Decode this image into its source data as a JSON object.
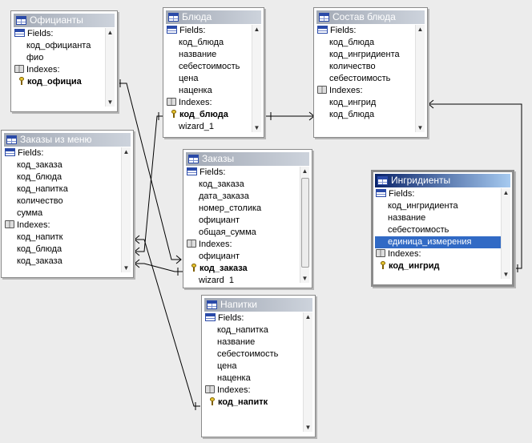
{
  "labels": {
    "fields": "Fields:",
    "indexes": "Indexes:"
  },
  "icons": {
    "table": "table-icon",
    "fields": "fields-list-icon",
    "indexes": "index-book-icon",
    "key": "primary-key-icon",
    "scroll_up": "scroll-up-arrow-icon",
    "scroll_down": "scroll-down-arrow-icon"
  },
  "colors": {
    "title_inactive": "#a2a9b5",
    "title_active": "#0a246a",
    "selection": "#316ac5",
    "relationship_line": "#000000"
  },
  "tables": [
    {
      "id": "oficianty",
      "title": "Официанты",
      "active": false,
      "fields": [
        "код_официанта",
        "фио"
      ],
      "indexes": [],
      "key": "код_официа"
    },
    {
      "id": "blyuda",
      "title": "Блюда",
      "active": false,
      "fields": [
        "код_блюда",
        "название",
        "себестоимость",
        "цена",
        "наценка"
      ],
      "indexes": [],
      "key": "код_блюда",
      "after": [
        "wizard_1"
      ]
    },
    {
      "id": "sostav",
      "title": "Состав блюда",
      "active": false,
      "fields": [
        "код_блюда",
        "код_ингридиента",
        "количество",
        "себестоимость"
      ],
      "indexes": [
        "код_ингрид",
        "код_блюда"
      ]
    },
    {
      "id": "zakazy_menu",
      "title": "Заказы из меню",
      "active": false,
      "fields": [
        "код_заказа",
        "код_блюда",
        "код_напитка",
        "количество",
        "сумма"
      ],
      "indexes": [
        "код_напитк",
        "код_блюда",
        "код_заказа"
      ]
    },
    {
      "id": "zakazy",
      "title": "Заказы",
      "active": false,
      "scrollbar": true,
      "fields": [
        "код_заказа",
        "дата_заказа",
        "номер_столика",
        "официант",
        "общая_сумма"
      ],
      "indexes": [
        "официант"
      ],
      "key": "код_заказа",
      "after": [
        "wizard_1"
      ]
    },
    {
      "id": "ingridienty",
      "title": "Ингридиенты",
      "active": true,
      "fields": [
        "код_ингридиента",
        "название",
        "себестоимость",
        "единица_измерения"
      ],
      "selected_field": "единица_измерения",
      "indexes": [],
      "key": "код_ингрид"
    },
    {
      "id": "napitki",
      "title": "Напитки",
      "active": false,
      "fields": [
        "код_напитка",
        "название",
        "себестоимость",
        "цена",
        "наценка"
      ],
      "indexes": [],
      "key": "код_напитк"
    }
  ]
}
